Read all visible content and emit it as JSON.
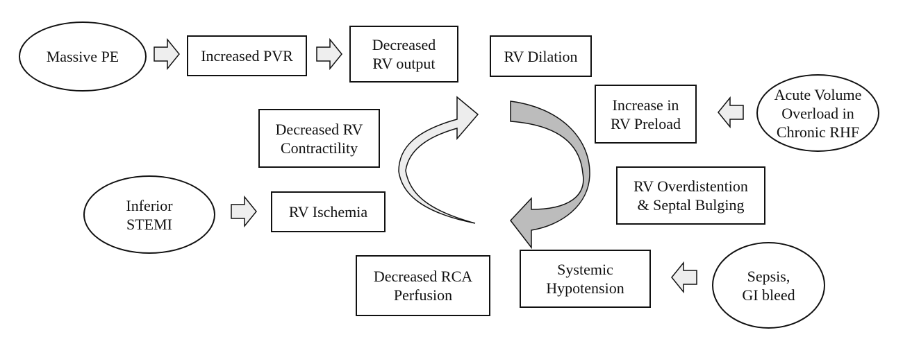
{
  "colors": {
    "stroke": "#111111",
    "arrow_fill": "#eeeeee",
    "cycle_light": "#ededed",
    "cycle_dark": "#bcbcbc"
  },
  "causes": {
    "massive_pe": "Massive PE",
    "acute_volume_overload": "Acute Volume\nOverload in\nChronic RHF",
    "inferior_stemi": "Inferior\nSTEMI",
    "sepsis_gi_bleed": "Sepsis,\nGI bleed"
  },
  "steps": {
    "increased_pvr": "Increased PVR",
    "decreased_rv_output": "Decreased\nRV output",
    "rv_dilation": "RV Dilation",
    "increase_rv_preload": "Increase in\nRV Preload",
    "rv_overdistention": "RV Overdistention\n& Septal Bulging",
    "systemic_hypotension": "Systemic\nHypotension",
    "decreased_rca_perfusion": "Decreased RCA\nPerfusion",
    "rv_ischemia": "RV Ischemia",
    "decreased_rv_contractility": "Decreased RV\nContractility"
  }
}
